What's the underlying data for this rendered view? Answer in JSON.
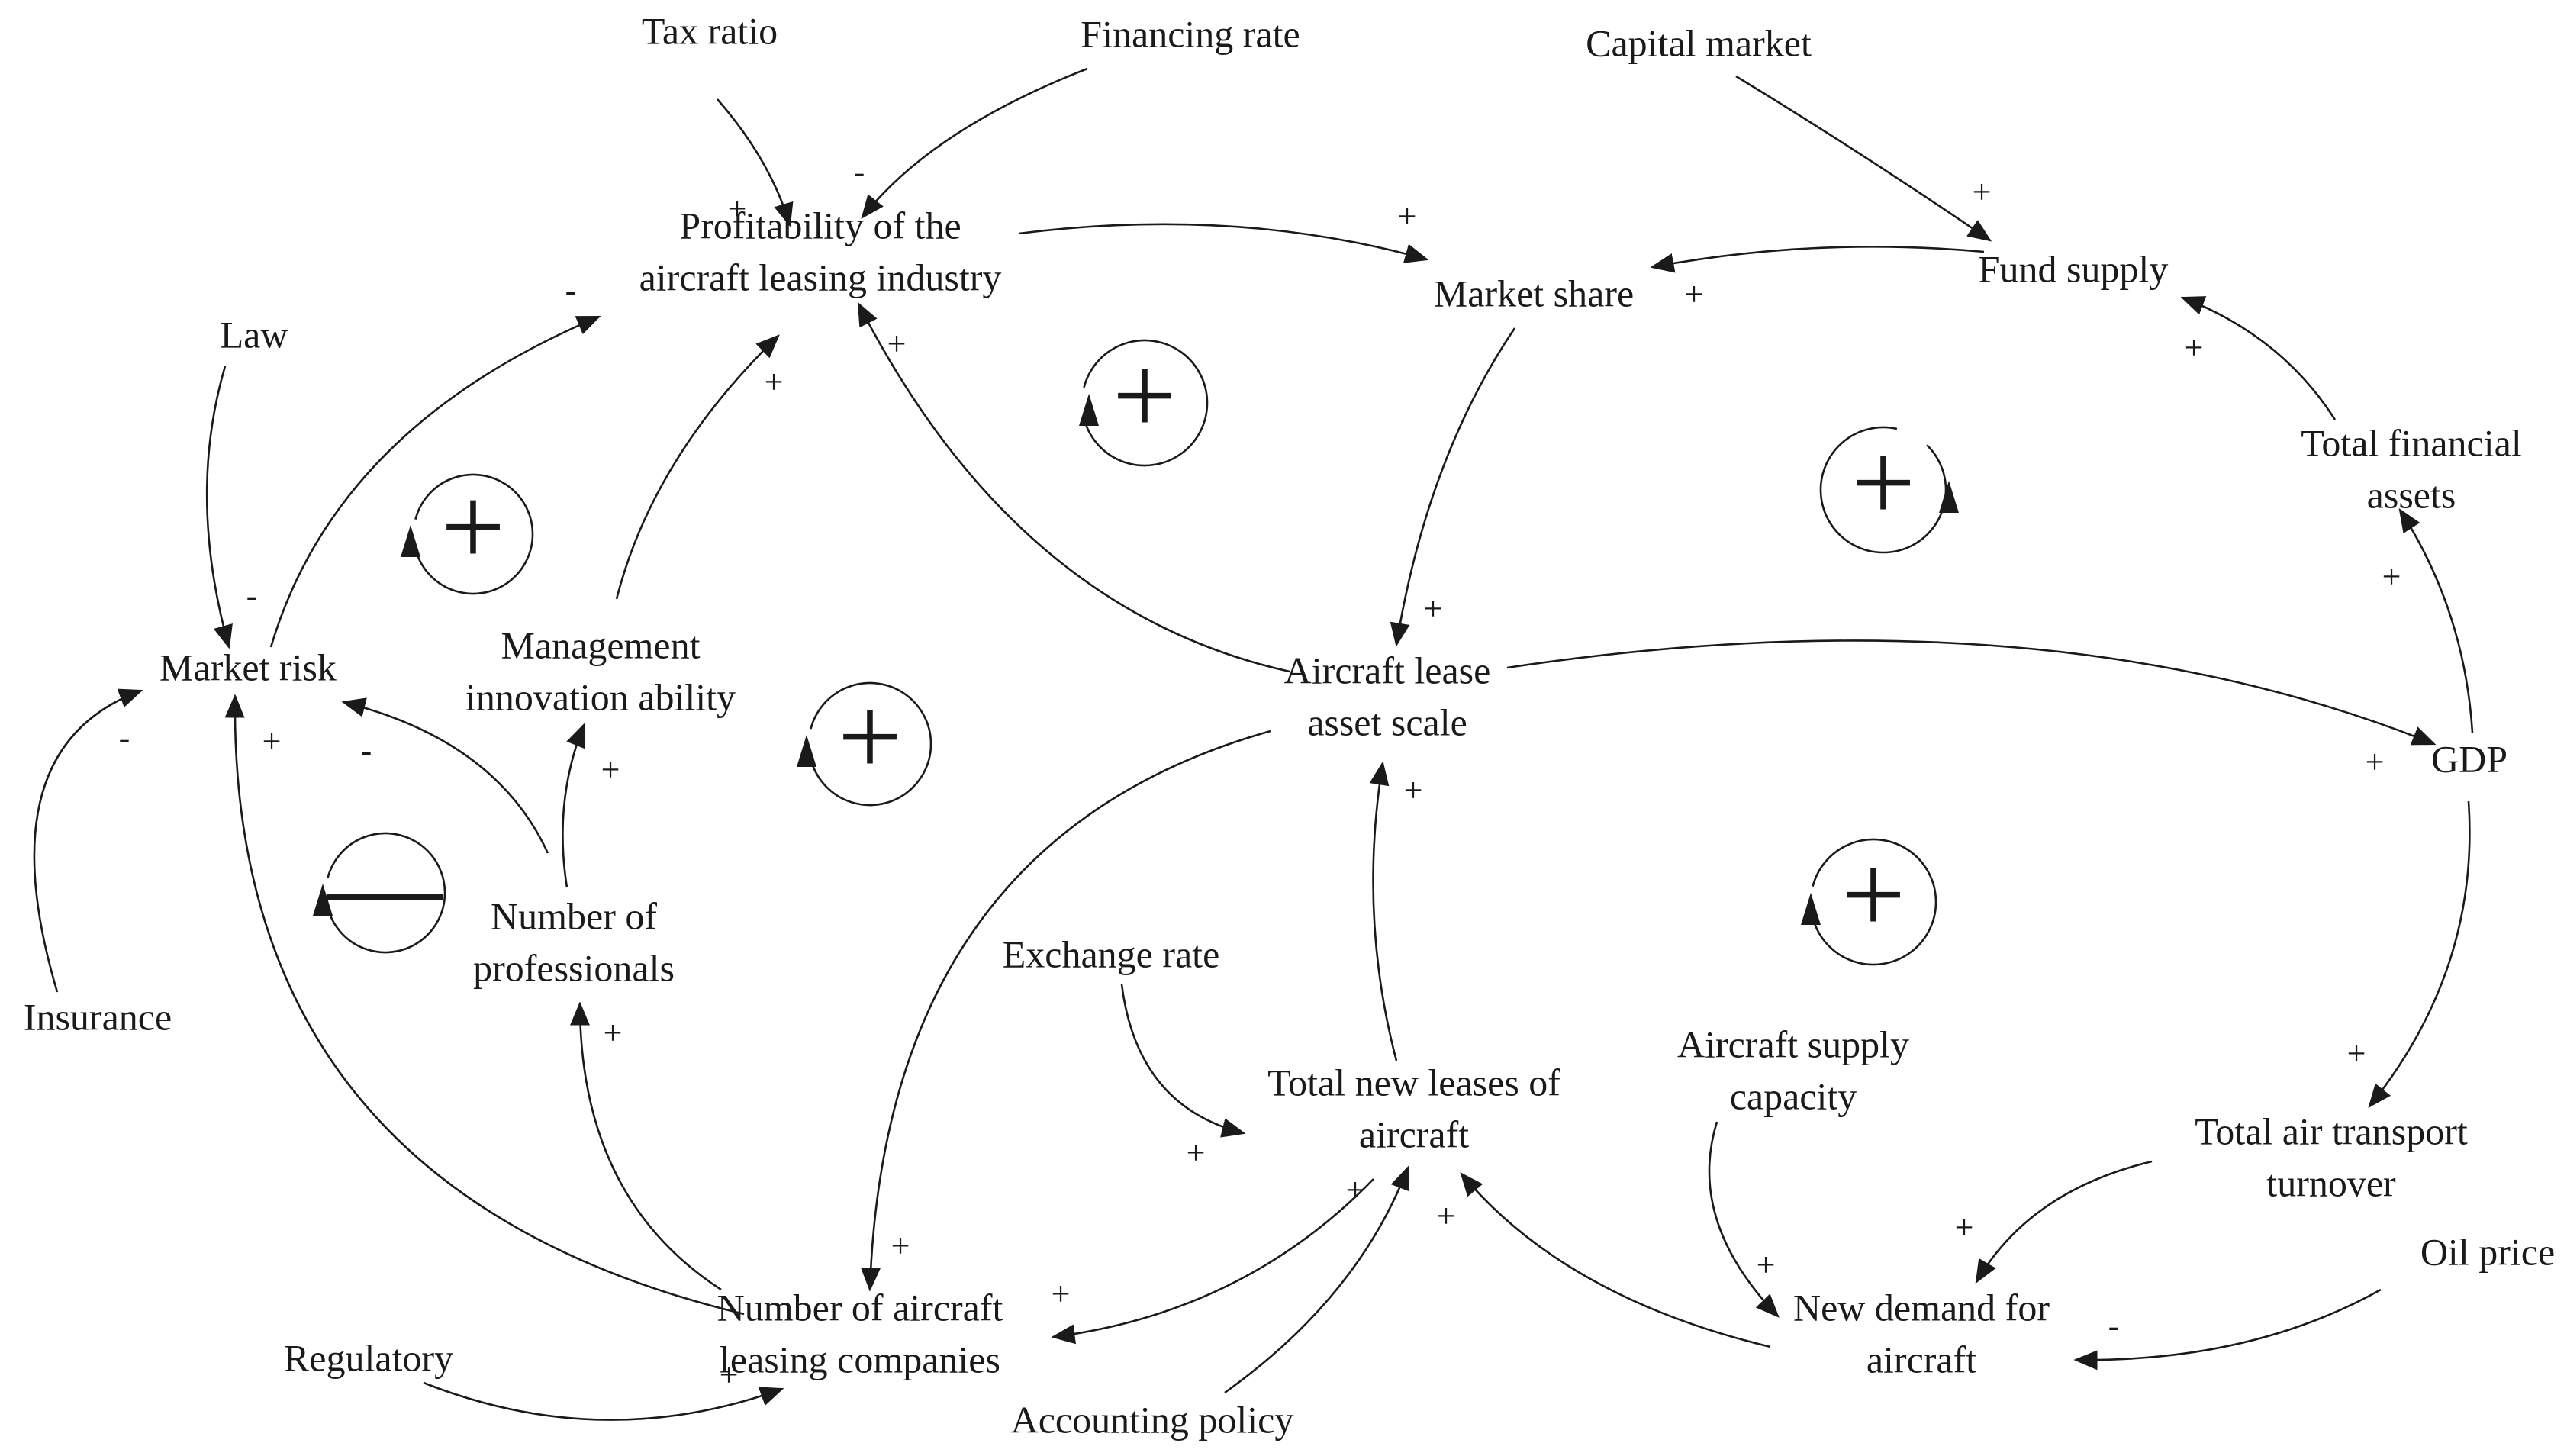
{
  "diagram": {
    "nodes": [
      {
        "id": "tax-ratio",
        "lines": [
          "Tax ratio"
        ]
      },
      {
        "id": "financing-rate",
        "lines": [
          "Financing rate"
        ]
      },
      {
        "id": "capital-market",
        "lines": [
          "Capital market"
        ]
      },
      {
        "id": "profitability",
        "lines": [
          "Profitability of the",
          "aircraft leasing industry"
        ]
      },
      {
        "id": "market-share",
        "lines": [
          "Market share"
        ]
      },
      {
        "id": "fund-supply",
        "lines": [
          "Fund supply"
        ]
      },
      {
        "id": "law",
        "lines": [
          "Law"
        ]
      },
      {
        "id": "total-financial-assets",
        "lines": [
          "Total financial",
          "assets"
        ]
      },
      {
        "id": "market-risk",
        "lines": [
          "Market risk"
        ]
      },
      {
        "id": "management-innovation",
        "lines": [
          "Management",
          "innovation ability"
        ]
      },
      {
        "id": "aircraft-lease-asset-scale",
        "lines": [
          "Aircraft lease",
          "asset scale"
        ]
      },
      {
        "id": "gdp",
        "lines": [
          "GDP"
        ]
      },
      {
        "id": "number-of-professionals",
        "lines": [
          "Number of",
          "professionals"
        ]
      },
      {
        "id": "insurance",
        "lines": [
          "Insurance"
        ]
      },
      {
        "id": "exchange-rate",
        "lines": [
          "Exchange rate"
        ]
      },
      {
        "id": "aircraft-supply-capacity",
        "lines": [
          "Aircraft supply",
          "capacity"
        ]
      },
      {
        "id": "total-new-leases",
        "lines": [
          "Total new leases of",
          "aircraft"
        ]
      },
      {
        "id": "total-air-transport-turnover",
        "lines": [
          "Total air transport",
          "turnover"
        ]
      },
      {
        "id": "oil-price",
        "lines": [
          "Oil price"
        ]
      },
      {
        "id": "number-of-leasing-companies",
        "lines": [
          "Number of aircraft",
          "leasing companies"
        ]
      },
      {
        "id": "new-demand-for-aircraft",
        "lines": [
          "New demand for",
          "aircraft"
        ]
      },
      {
        "id": "regulatory",
        "lines": [
          "Regulatory"
        ]
      },
      {
        "id": "accounting-policy",
        "lines": [
          "Accounting policy"
        ]
      }
    ],
    "links": [
      {
        "from": "tax-ratio",
        "to": "profitability",
        "sign": "+"
      },
      {
        "from": "financing-rate",
        "to": "profitability",
        "sign": "-"
      },
      {
        "from": "capital-market",
        "to": "fund-supply",
        "sign": "+"
      },
      {
        "from": "profitability",
        "to": "market-share",
        "sign": "+"
      },
      {
        "from": "fund-supply",
        "to": "market-share",
        "sign": "+"
      },
      {
        "from": "total-financial-assets",
        "to": "fund-supply",
        "sign": "+"
      },
      {
        "from": "market-share",
        "to": "aircraft-lease-asset-scale",
        "sign": "+"
      },
      {
        "from": "gdp",
        "to": "total-financial-assets",
        "sign": "+"
      },
      {
        "from": "aircraft-lease-asset-scale",
        "to": "gdp",
        "sign": "+"
      },
      {
        "from": "aircraft-lease-asset-scale",
        "to": "profitability",
        "sign": "+"
      },
      {
        "from": "market-risk",
        "to": "profitability",
        "sign": "-"
      },
      {
        "from": "management-innovation",
        "to": "profitability",
        "sign": "+"
      },
      {
        "from": "law",
        "to": "market-risk",
        "sign": "-"
      },
      {
        "from": "insurance",
        "to": "market-risk",
        "sign": "-"
      },
      {
        "from": "number-of-professionals",
        "to": "market-risk",
        "sign": "-"
      },
      {
        "from": "number-of-leasing-companies",
        "to": "market-risk",
        "sign": "+"
      },
      {
        "from": "number-of-professionals",
        "to": "management-innovation",
        "sign": "+"
      },
      {
        "from": "number-of-leasing-companies",
        "to": "number-of-professionals",
        "sign": "+"
      },
      {
        "from": "aircraft-lease-asset-scale",
        "to": "number-of-leasing-companies",
        "sign": "+"
      },
      {
        "from": "total-new-leases",
        "to": "aircraft-lease-asset-scale",
        "sign": "+"
      },
      {
        "from": "exchange-rate",
        "to": "total-new-leases",
        "sign": "+"
      },
      {
        "from": "total-new-leases",
        "to": "number-of-leasing-companies",
        "sign": "+"
      },
      {
        "from": "accounting-policy",
        "to": "total-new-leases",
        "sign": "+"
      },
      {
        "from": "new-demand-for-aircraft",
        "to": "total-new-leases",
        "sign": "+"
      },
      {
        "from": "regulatory",
        "to": "number-of-leasing-companies",
        "sign": "+"
      },
      {
        "from": "aircraft-supply-capacity",
        "to": "new-demand-for-aircraft",
        "sign": "+"
      },
      {
        "from": "gdp",
        "to": "total-air-transport-turnover",
        "sign": "+"
      },
      {
        "from": "total-air-transport-turnover",
        "to": "new-demand-for-aircraft",
        "sign": "+"
      },
      {
        "from": "oil-price",
        "to": "new-demand-for-aircraft",
        "sign": "-"
      }
    ],
    "loops": [
      {
        "id": "loop-1",
        "polarity": "+"
      },
      {
        "id": "loop-2",
        "polarity": "+"
      },
      {
        "id": "loop-3",
        "polarity": "+"
      },
      {
        "id": "loop-4",
        "polarity": "+"
      },
      {
        "id": "loop-5",
        "polarity": "-"
      },
      {
        "id": "loop-6",
        "polarity": "+"
      }
    ]
  }
}
